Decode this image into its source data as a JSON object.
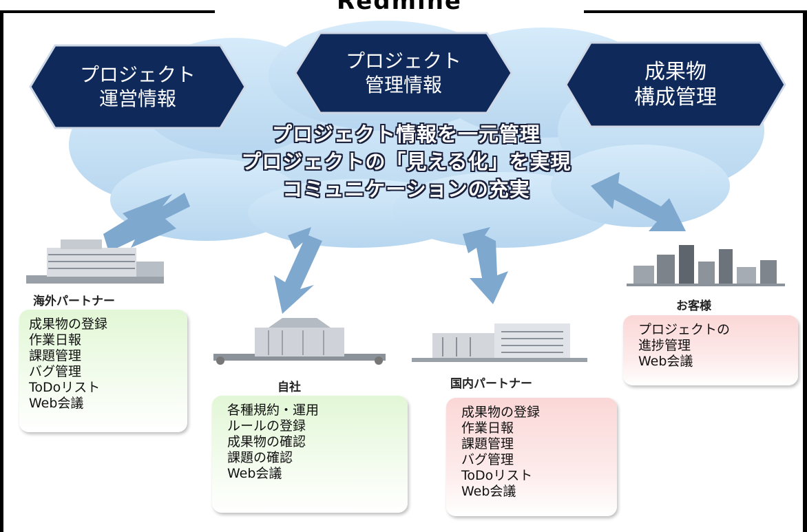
{
  "header": {
    "title": "Redmine"
  },
  "hexagons": [
    {
      "id": "operations",
      "label": "プロジェクト\n運営情報"
    },
    {
      "id": "management",
      "label": "プロジェクト\n管理情報"
    },
    {
      "id": "deliverables",
      "label": "成果物\n構成管理"
    }
  ],
  "cloud": {
    "lines": [
      "プロジェクト情報を一元管理",
      "プロジェクトの「見える化」を実現",
      "コミュニケーションの充実"
    ]
  },
  "parties": {
    "overseas": {
      "label": "海外パートナー",
      "items": [
        "成果物の登録",
        "作業日報",
        "課題管理",
        "バグ管理",
        "ToDoリスト",
        "Web会議"
      ]
    },
    "company": {
      "label": "自社",
      "items": [
        "各種規約・運用",
        "ルールの登録",
        "成果物の確認",
        "課題の確認",
        "Web会議"
      ]
    },
    "domestic": {
      "label": "国内パートナー",
      "items": [
        "成果物の登録",
        "作業日報",
        "課題管理",
        "バグ管理",
        "ToDoリスト",
        "Web会議"
      ]
    },
    "customer": {
      "label": "お客様",
      "items": [
        "プロジェクトの",
        "進捗管理",
        "Web会議"
      ]
    }
  },
  "colors": {
    "hex_fill": "#0f2a5a",
    "cloud_fill": "#c3def3",
    "arrow_fill": "#7fa8cf",
    "green_box": "#e2f7d6",
    "pink_box": "#fbd7d7"
  }
}
